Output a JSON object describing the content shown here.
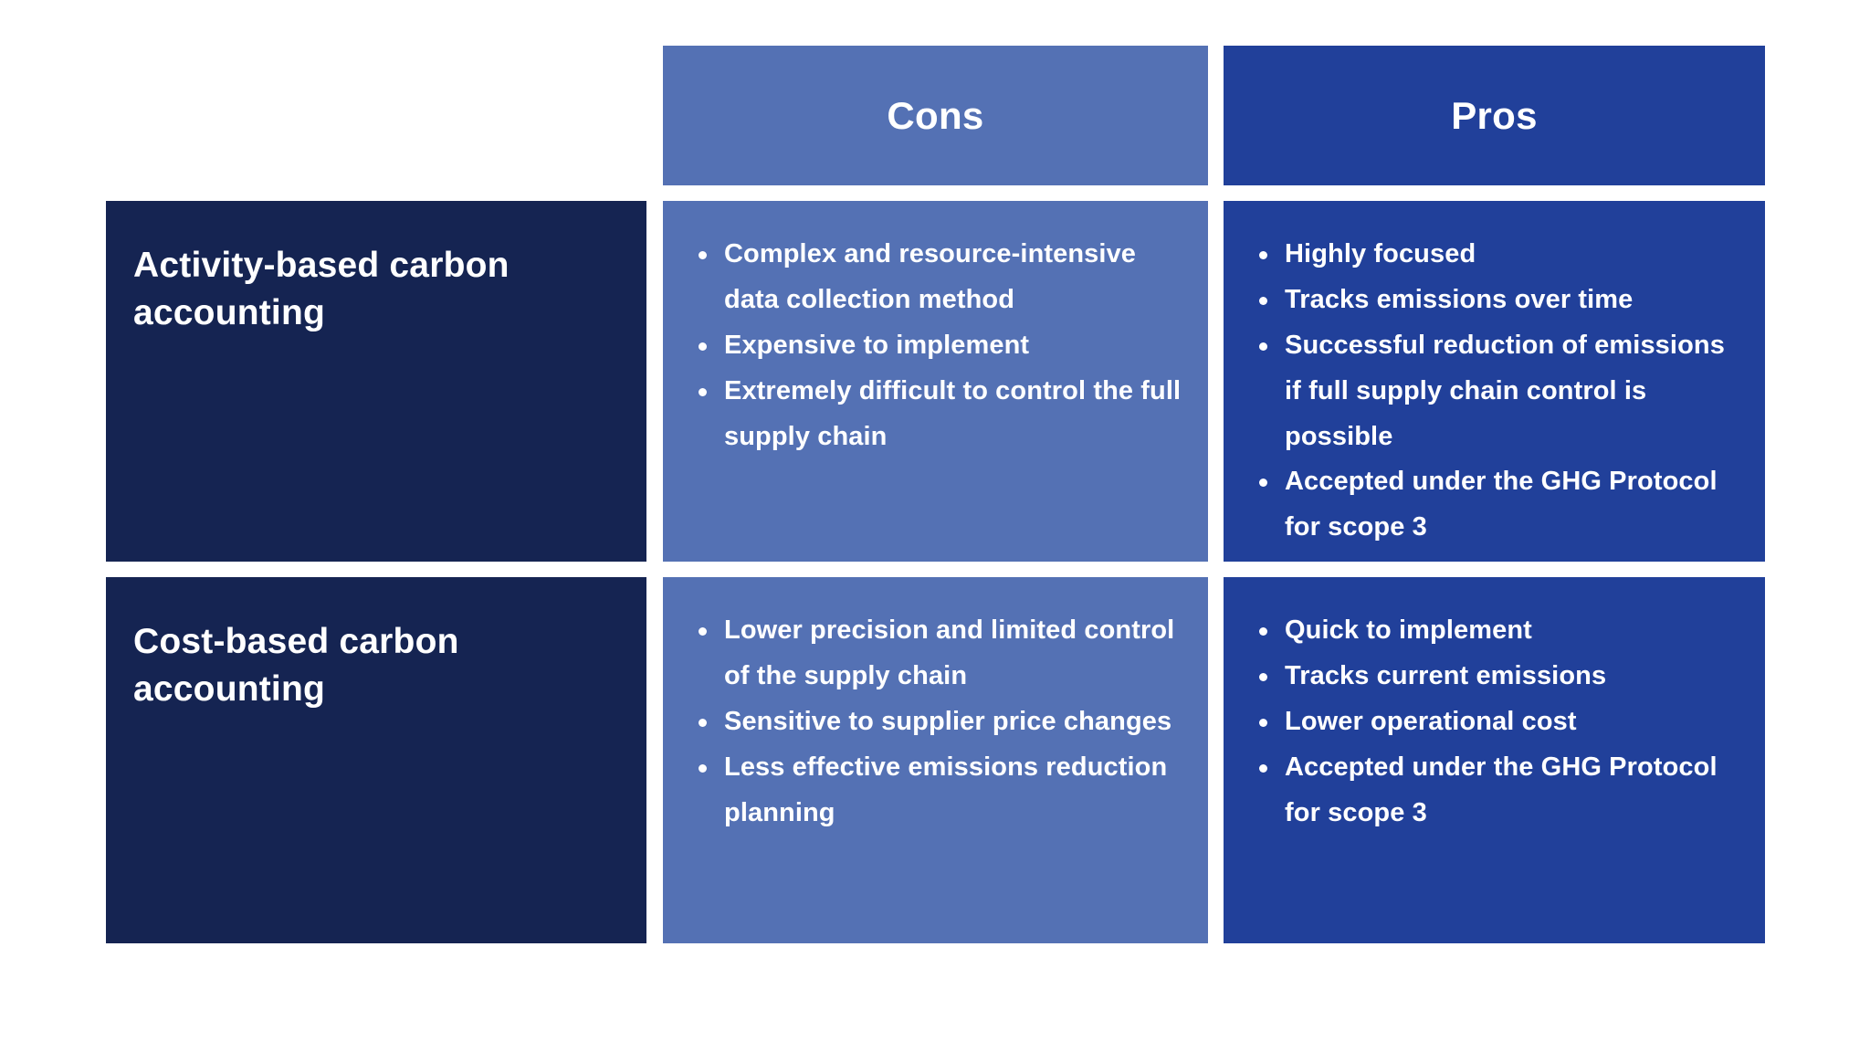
{
  "colors": {
    "background": "#ffffff",
    "row_label_bg": "#152452",
    "cons_bg": "#5471b4",
    "pros_bg": "#21409a",
    "text": "#ffffff"
  },
  "table": {
    "headers": {
      "corner": "",
      "cons": "Cons",
      "pros": "Pros"
    },
    "rows": [
      {
        "label": "Activity-based carbon accounting",
        "cons": [
          "Complex and resource-intensive data collection method",
          "Expensive to implement",
          "Extremely difficult to control the full supply chain"
        ],
        "pros": [
          "Highly focused",
          "Tracks emissions over time",
          "Successful reduction of emissions if full supply chain control is possible",
          "Accepted under the GHG Protocol for scope 3"
        ]
      },
      {
        "label": "Cost-based carbon accounting",
        "cons": [
          "Lower precision and limited control of the supply chain",
          "Sensitive to supplier price changes",
          "Less effective emissions reduction planning"
        ],
        "pros": [
          "Quick to implement",
          "Tracks current emissions",
          "Lower operational cost",
          "Accepted under the GHG Protocol for scope 3"
        ]
      }
    ]
  }
}
